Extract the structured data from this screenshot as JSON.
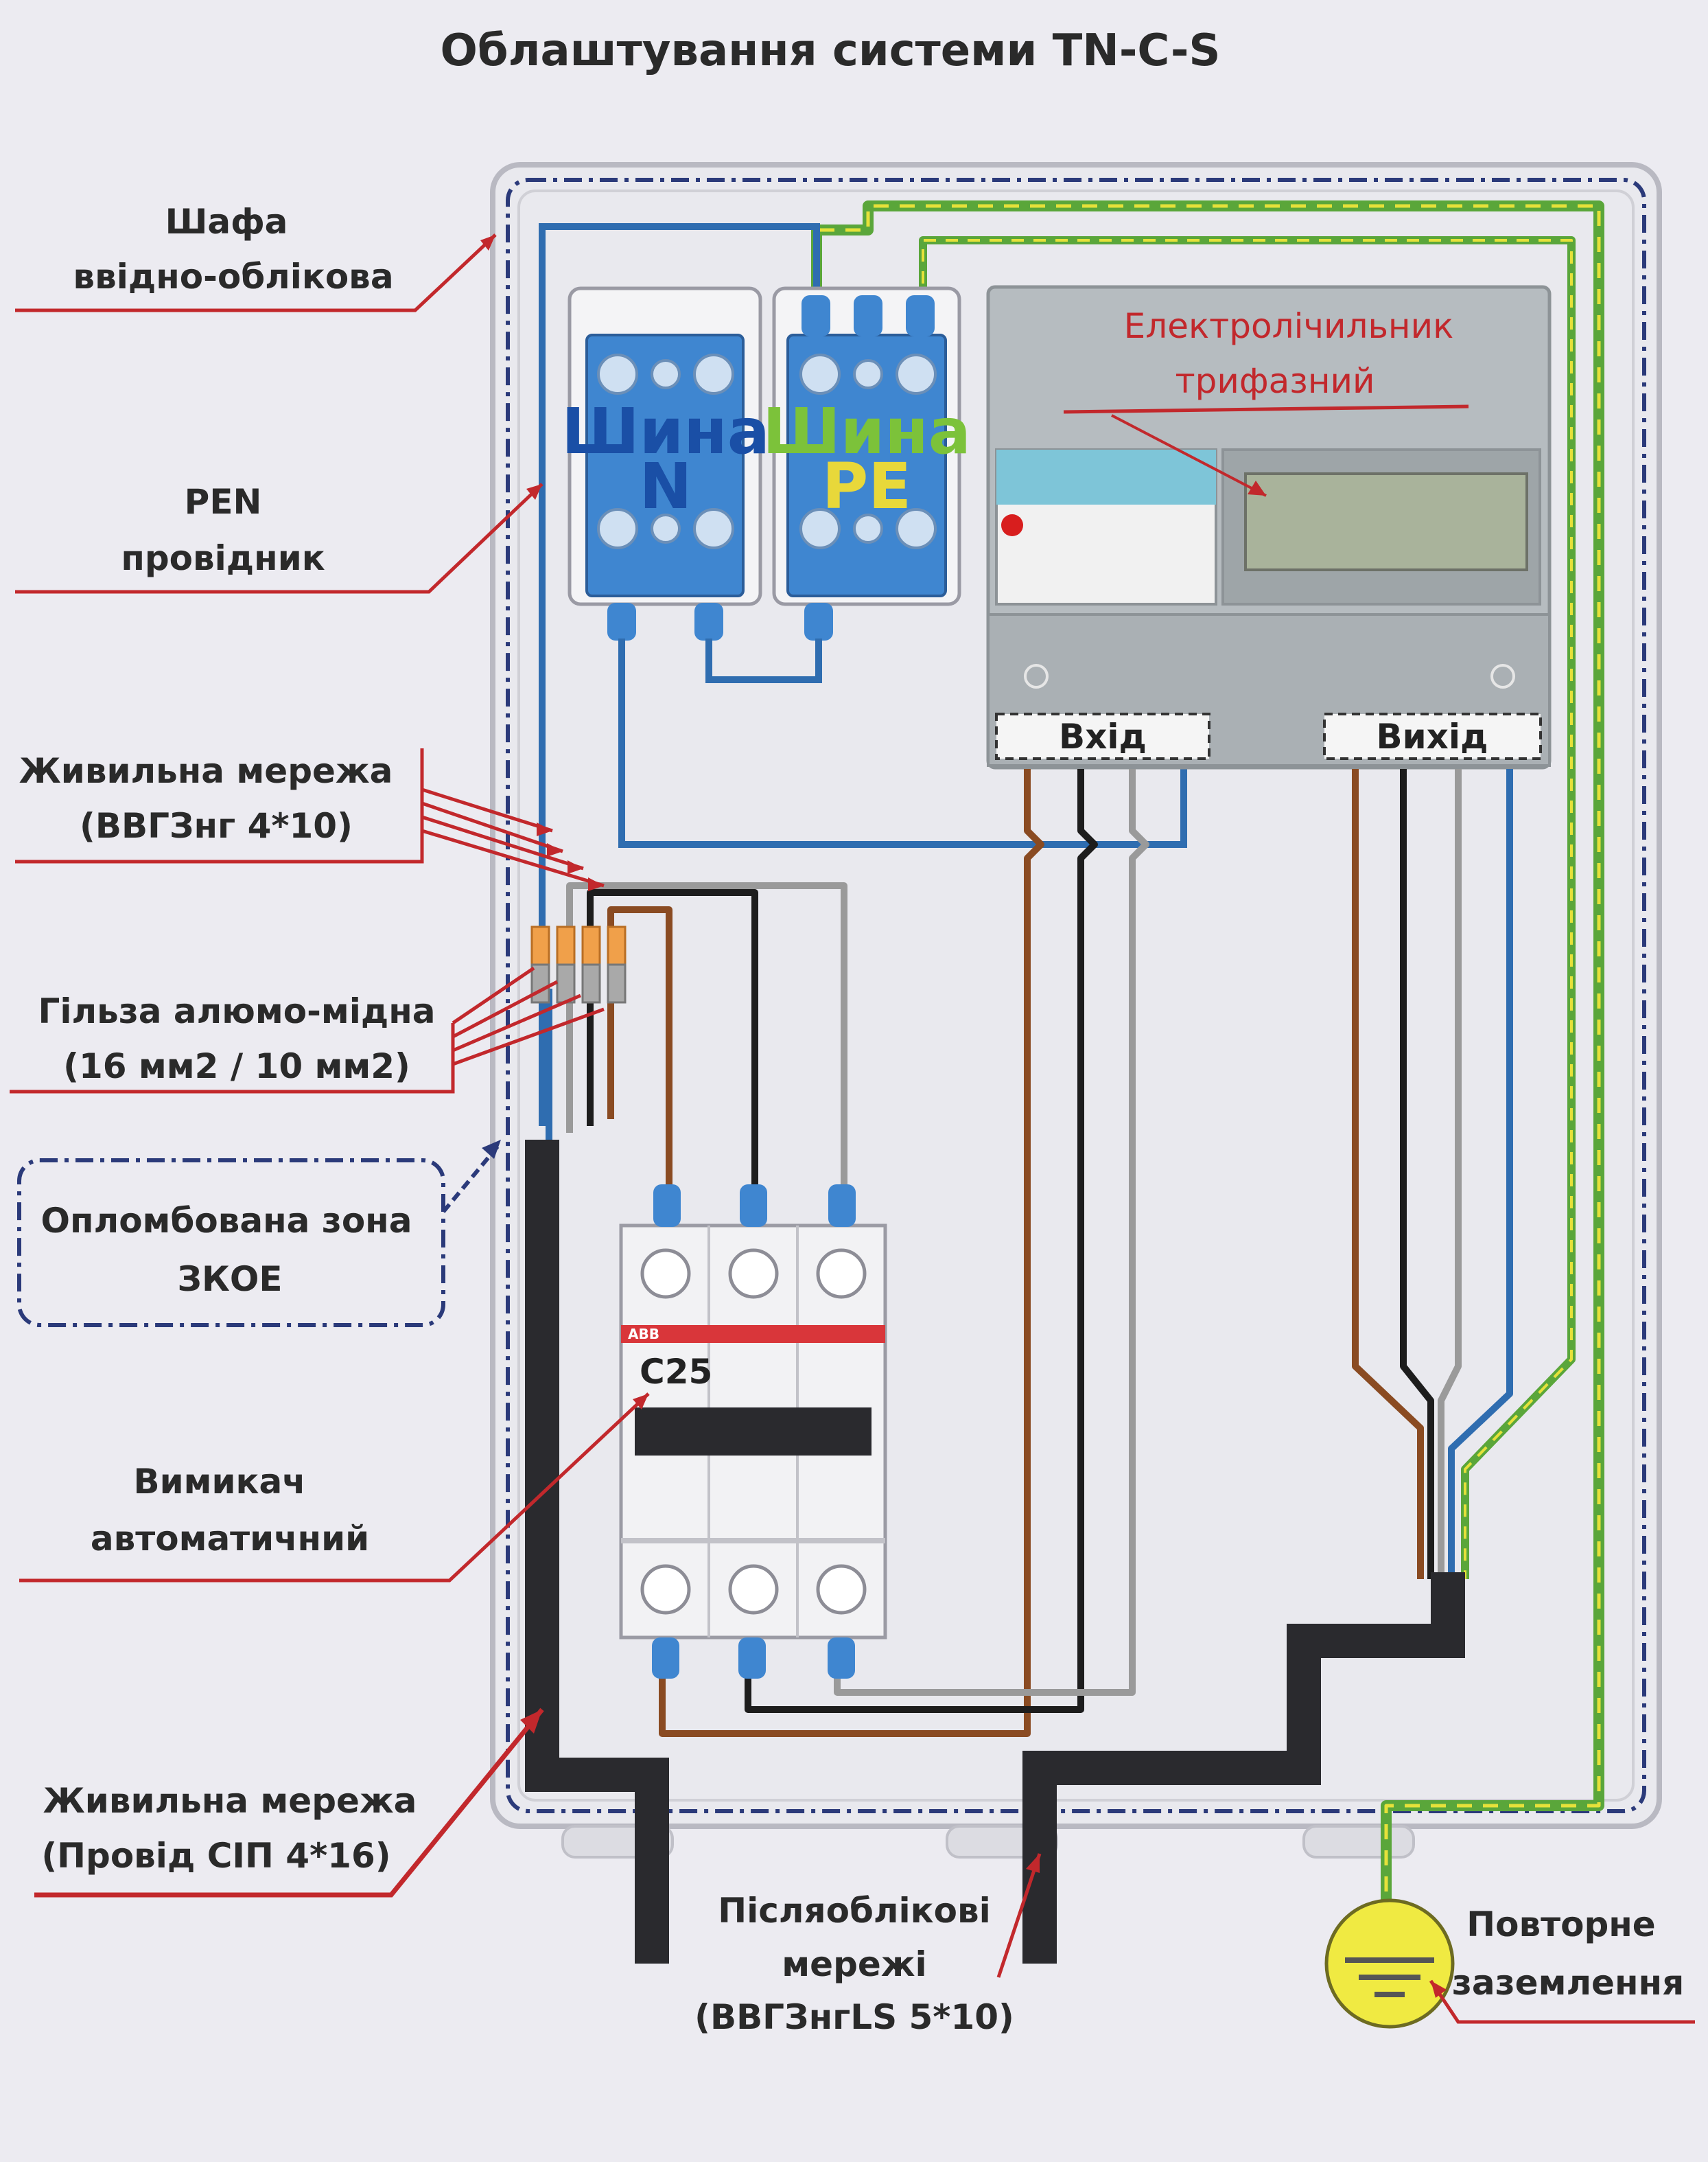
{
  "title": "Облаштування системи TN-C-S",
  "labels": {
    "cabinet": [
      "Шафа",
      "ввідно-облікова"
    ],
    "pen": [
      "PEN",
      "провідник"
    ],
    "supply_cable": [
      "Живильна мережа",
      "(ВВГЗнг 4*10)"
    ],
    "sleeve": [
      "Гільза алюмо-мідна",
      "(16 мм2 / 10 мм2)"
    ],
    "sealed_zone": [
      "Опломбована зона",
      "ЗКОЕ"
    ],
    "breaker": [
      "Вимикач",
      "автоматичний"
    ],
    "supply_sip": [
      "Живильна мережа",
      "(Провід СІП 4*16)"
    ],
    "outgoing": [
      "Післяоблікові",
      "мережі",
      "(ВВГЗнгLS 5*10)"
    ],
    "earthing": [
      "Повторне",
      "заземлення"
    ]
  },
  "bus_n": [
    "Шина",
    "N"
  ],
  "bus_pe": [
    "Шина",
    "PE"
  ],
  "meter": {
    "title": [
      "Електролічильник",
      "трифазний"
    ],
    "input": "Вхід",
    "output": "Вихід"
  },
  "breaker_device": {
    "brand": "ABB",
    "rating": "C25"
  },
  "colors": {
    "blue_wire": "#2f6db0",
    "brown_wire": "#8a4b22",
    "black_wire": "#1d1d1d",
    "grey_wire": "#9a9a9a",
    "pe_green": "#5aa63a",
    "pe_yellow": "#e6e13a",
    "bus_blue": "#3f86d0",
    "annotation_red": "#c2282c",
    "sleeve_orange": "#f0a04a"
  }
}
